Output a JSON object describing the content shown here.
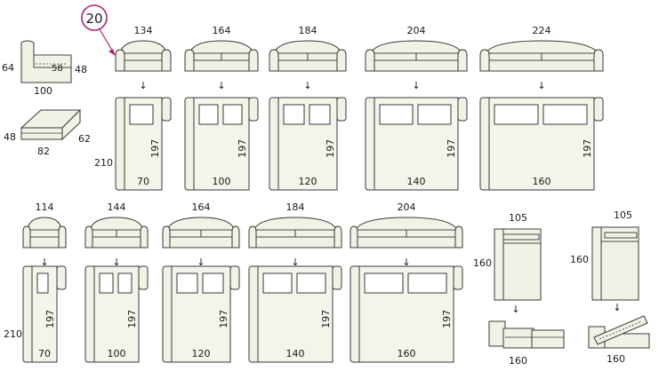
{
  "badge": {
    "number": "20",
    "color": "#b0226e"
  },
  "module": {
    "w": "100",
    "h": "64",
    "seat": "58",
    "d": "48"
  },
  "pouf": {
    "w": "82",
    "h": "48",
    "d": "62"
  },
  "row1": {
    "depth": "210",
    "items": [
      {
        "width": "134",
        "bed_w": "70",
        "bed_l": "197"
      },
      {
        "width": "164",
        "bed_w": "100",
        "bed_l": "197"
      },
      {
        "width": "184",
        "bed_w": "120",
        "bed_l": "197"
      },
      {
        "width": "204",
        "bed_w": "140",
        "bed_l": "197"
      },
      {
        "width": "224",
        "bed_w": "160",
        "bed_l": "197"
      }
    ]
  },
  "row2": {
    "depth": "210",
    "items": [
      {
        "width": "114",
        "bed_w": "70",
        "bed_l": "197"
      },
      {
        "width": "144",
        "bed_w": "100",
        "bed_l": "197"
      },
      {
        "width": "164",
        "bed_w": "120",
        "bed_l": "197"
      },
      {
        "width": "184",
        "bed_w": "140",
        "bed_l": "197"
      },
      {
        "width": "204",
        "bed_w": "160",
        "bed_l": "197"
      }
    ]
  },
  "chaise": [
    {
      "w": "105",
      "l": "160",
      "bed": "160"
    },
    {
      "w": "105",
      "l": "160",
      "bed": "160"
    }
  ],
  "arrow_glyph": "↓"
}
